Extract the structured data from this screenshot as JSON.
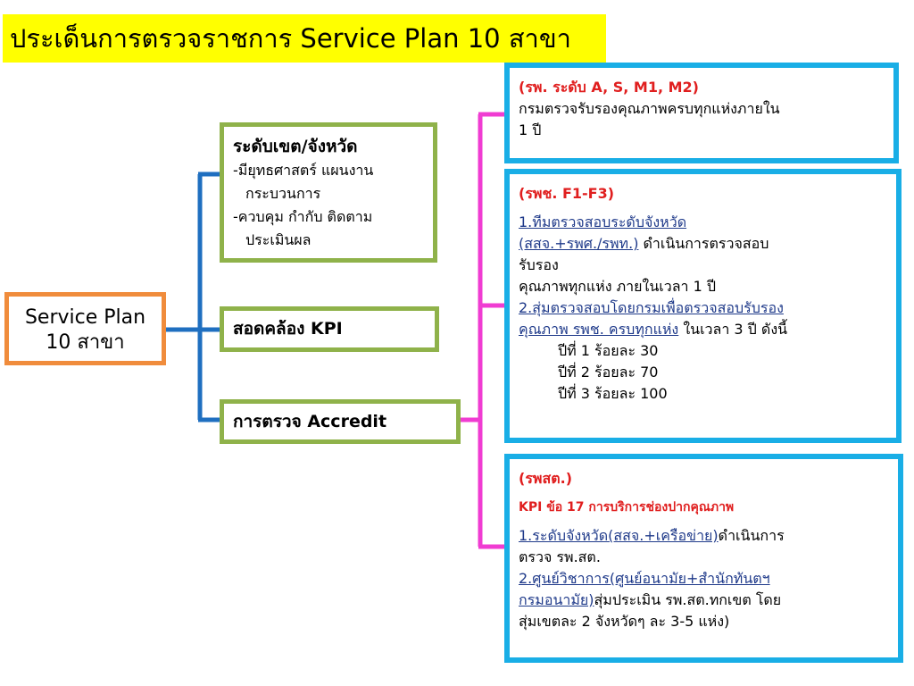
{
  "title": "ประเด็นการตรวจราชการ Service Plan 10 สาขา",
  "root": {
    "line1": "Service Plan",
    "line2": "10 สาขา"
  },
  "level_box": {
    "heading": "ระดับเขต/จังหวัด",
    "l1": "-มียุทธศาสตร์ แผนงาน",
    "l2": "กระบวนการ",
    "l3": "-ควบคุม กำกับ ติดตาม",
    "l4": "ประเมินผล"
  },
  "kpi_box": {
    "label": "สอดคล้อง KPI"
  },
  "accredit_box": {
    "label": "การตรวจ Accredit"
  },
  "hospital_a": {
    "heading": "(รพ. ระดับ A, S, M1, M2)",
    "l1": "กรมตรวจรับรองคุณภาพครบทุกแห่งภายใน",
    "l2": "1 ปี"
  },
  "hospital_f": {
    "heading": "(รพช. F1-F3)",
    "i1_link_a": "1.ทีมตรวจสอบระดับจังหวัด",
    "i1_link_b": "(สสจ.+รพศ./รพท.)",
    "i1_text_b": " ดำเนินการตรวจสอบ",
    "i1_l3": "รับรอง",
    "i1_l4": "คุณภาพทุกแห่ง ภายในเวลา 1 ปี",
    "i2_link_a": "2.สุ่มตรวจสอบโดยกรมเพื่อตรวจสอบรับรอง",
    "i2_link_b": "คุณภาพ รพช. ครบทุกแห่ง",
    "i2_text_b": " ในเวลา 3 ปี ดังนี้",
    "y1": "ปีที่ 1 ร้อยละ 30",
    "y2": "ปีที่ 2 ร้อยละ 70",
    "y3": "ปีที่ 3 ร้อยละ 100"
  },
  "hospital_s": {
    "heading": "(รพสต.)",
    "kpi": "KPI ข้อ 17 การบริการช่องปากคุณภาพ",
    "i1_link": "1.ระดับจังหวัด(สสจ.+เครือข่าย)",
    "i1_text": "ดำเนินการ",
    "i1_l2": "ตรวจ รพ.สต.",
    "i2_link_a": "2.ศูนย์วิชาการ(ศูนย์อนามัย+สำนักทันตฯ",
    "i2_link_b": "กรมอนามัย)",
    "i2_text_b": "สุ่มประเมิน รพ.สต.ทกเขต โดย",
    "i2_l3": "สุ่มเขตละ 2 จังหวัดๆ ละ 3-5 แห่ง)"
  },
  "colors": {
    "title_bg": "#ffff00",
    "root_border": "#f08c3c",
    "green_border": "#8fb24a",
    "blue_border": "#19aee6",
    "blue_connector": "#1f6fc0",
    "pink_connector": "#f03cd2",
    "heading_red": "#e01e1e",
    "link_blue": "#1f3a8a"
  }
}
